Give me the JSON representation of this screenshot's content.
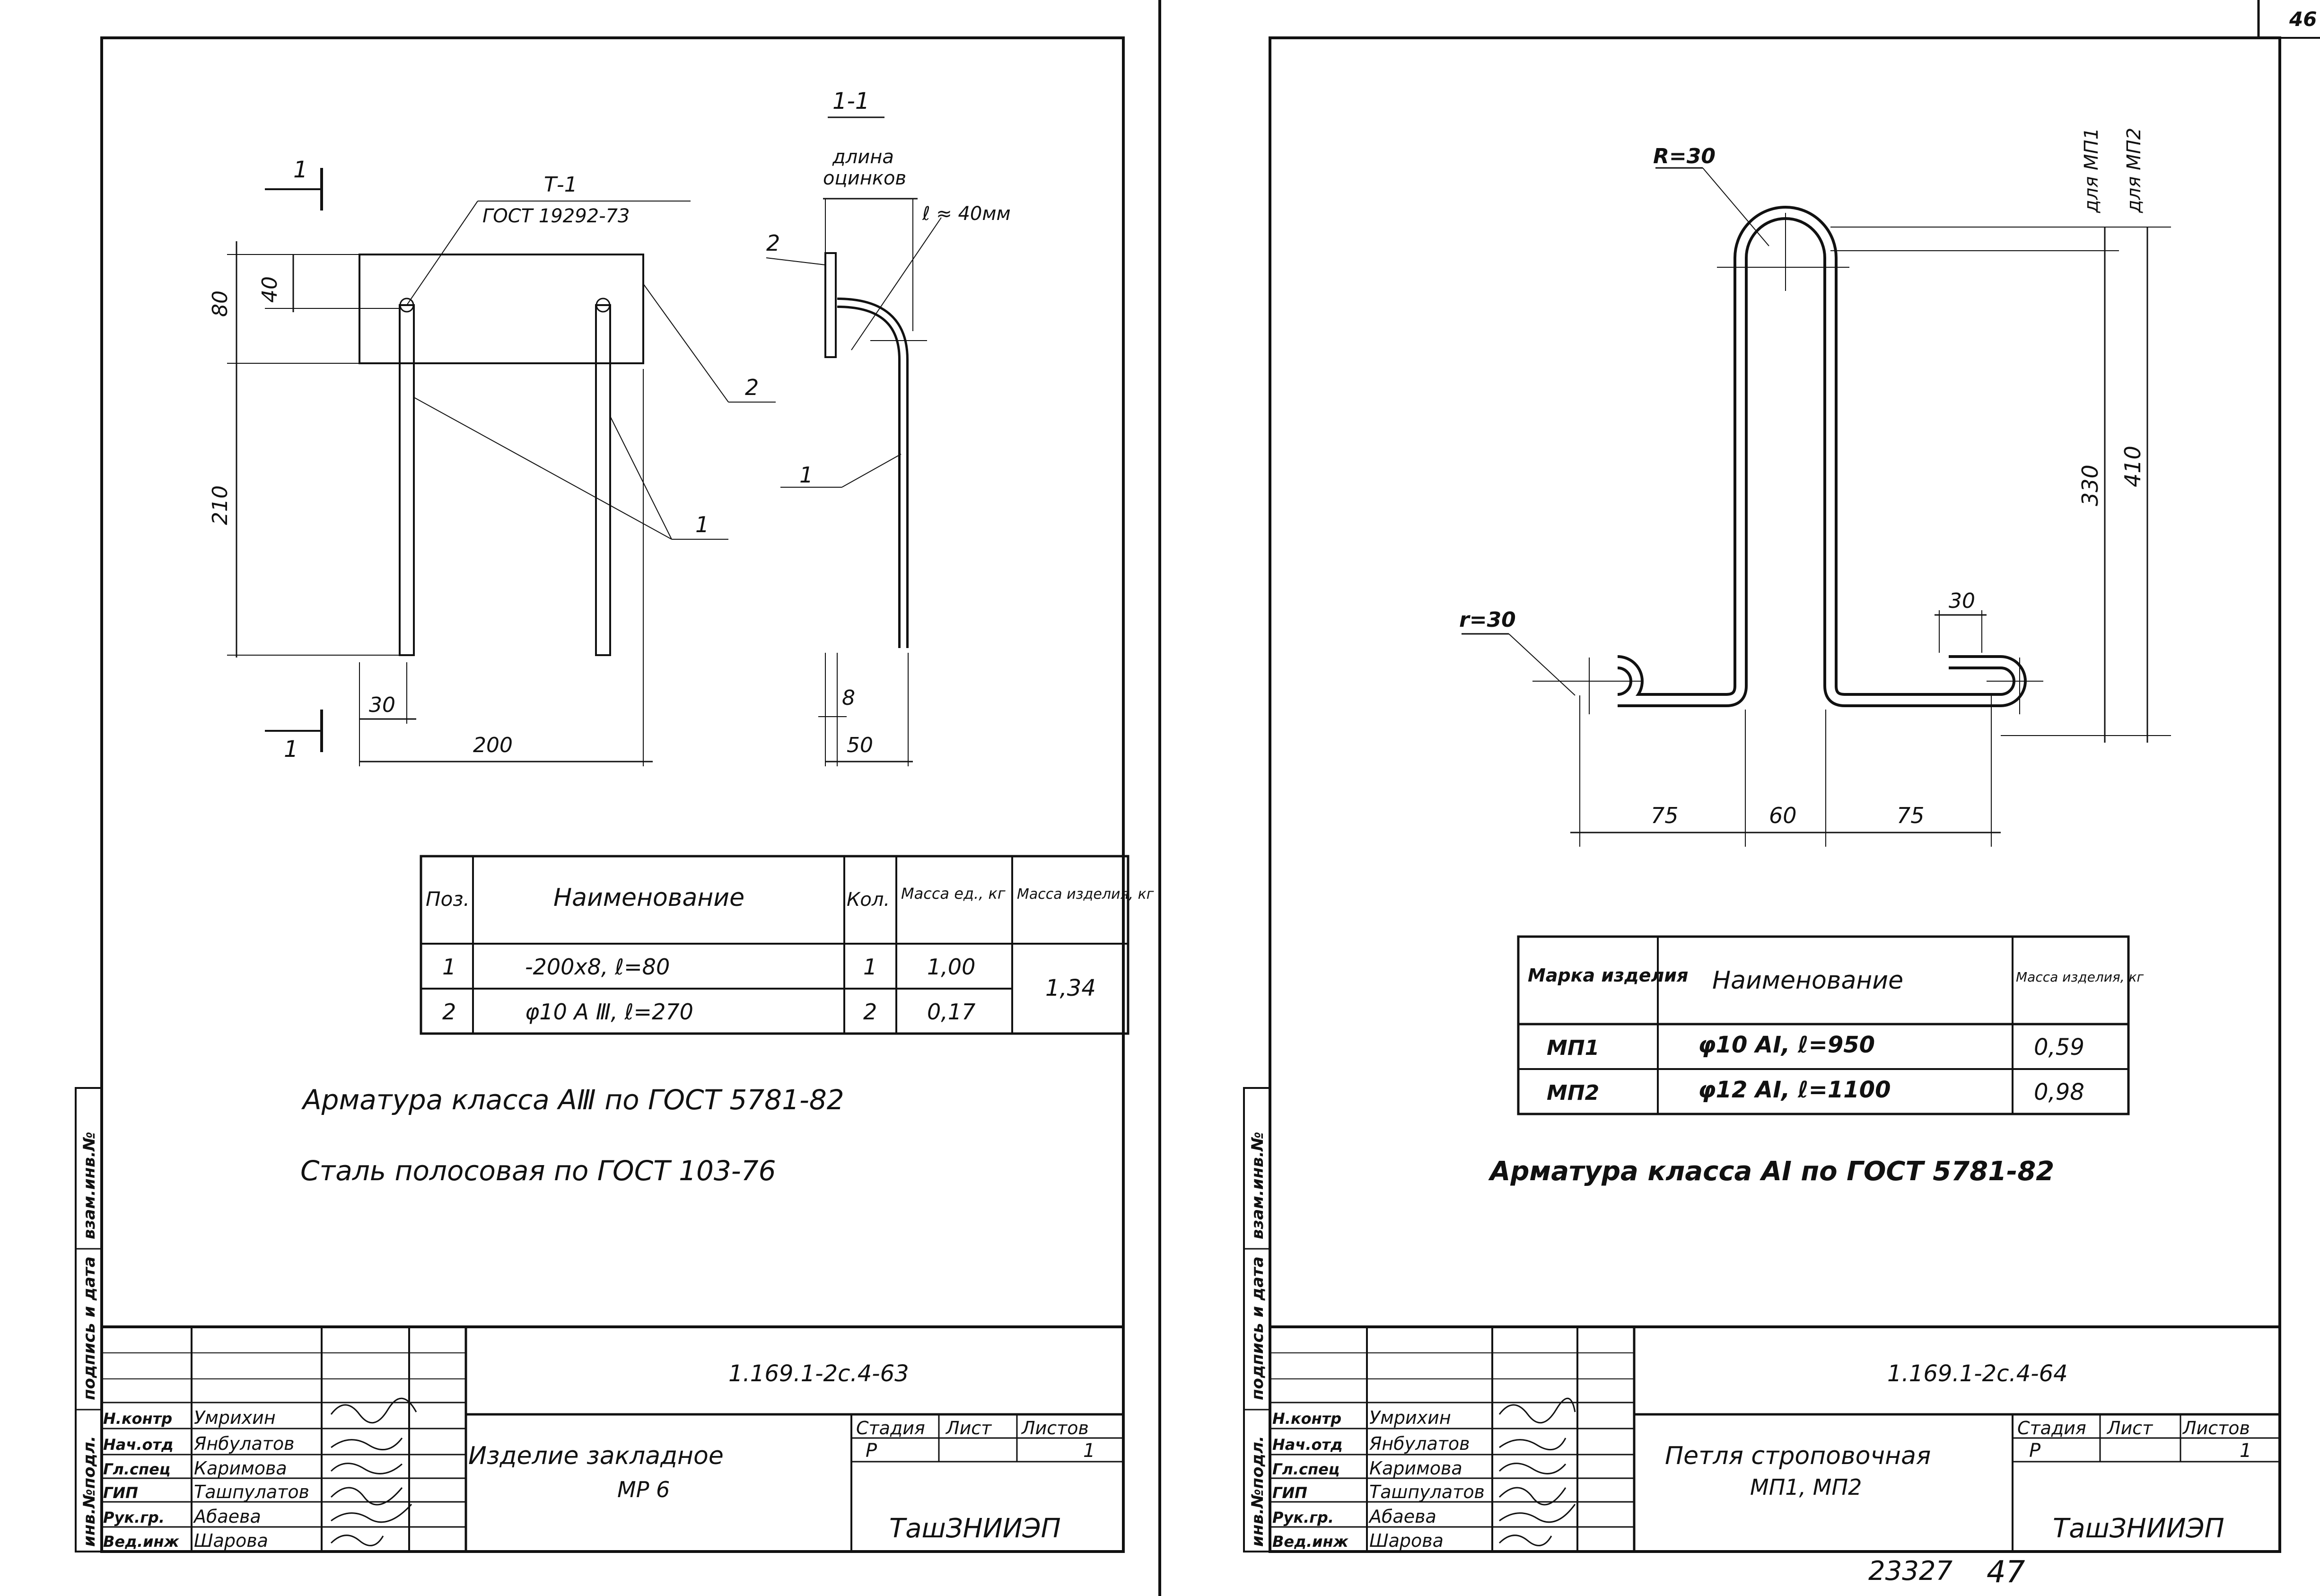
{
  "page_number_top": "46",
  "page_number_bottom": "47",
  "archive_number": "23327",
  "side_stamp": {
    "inv_no": "инв.№подл.",
    "sign_date": "подпись и дата",
    "replace_inv": "взам.инв.№"
  },
  "left_sheet": {
    "section_label": "1-1",
    "callout_t1": "Т-1",
    "callout_gost": "ГОСТ 19292-73",
    "galv_label_1": "длина",
    "galv_label_2": "оцинков",
    "l_approx": "ℓ ≈ 40мм",
    "cut_mark": "1",
    "pos1": "1",
    "pos2": "2",
    "dims": {
      "d80": "80",
      "d40": "40",
      "d210": "210",
      "d30": "30",
      "d200": "200",
      "d8": "8",
      "d50": "50"
    },
    "table": {
      "headers": [
        "Поз.",
        "Наименование",
        "Кол.",
        "Масса ед., кг",
        "Масса изделия, кг"
      ],
      "rows": [
        {
          "pos": "1",
          "name": "-200x8, ℓ=80",
          "qty": "1",
          "mass": "1,00"
        },
        {
          "pos": "2",
          "name": "φ10 A Ⅲ, ℓ=270",
          "qty": "2",
          "mass": "0,17"
        }
      ],
      "total": "1,34"
    },
    "note1": "Арматура класса АⅢ по ГОСТ 5781-82",
    "note2": "Сталь полосовая по ГОСТ 103-76",
    "stamp": {
      "code": "1.169.1-2с.4-63",
      "title_1": "Изделие закладное",
      "title_2": "МР 6",
      "stage_h": "Стадия",
      "sheet_h": "Лист",
      "sheets_h": "Листов",
      "stage": "Р",
      "sheet": "",
      "sheets": "1",
      "org": "ТашЗНИИЭП",
      "roles": [
        "Н.контр",
        "Нач.отд",
        "Гл.спец",
        "ГИП",
        "Рук.гр.",
        "Вед.инж"
      ],
      "names": [
        "Умрихин",
        "Янбулатов",
        "Каримова",
        "Ташпулатов",
        "Абаева",
        "Шарова"
      ]
    }
  },
  "right_sheet": {
    "r_label": "R=30",
    "r_small": "r=30",
    "for_mp1": "для МП1",
    "for_mp2": "для МП2",
    "dims": {
      "d330": "330",
      "d410": "410",
      "d30": "30",
      "d75a": "75",
      "d60": "60",
      "d75b": "75"
    },
    "table": {
      "headers": [
        "Марка изделия",
        "Наименование",
        "Масса изделия, кг"
      ],
      "rows": [
        {
          "mark": "МП1",
          "name": "φ10 AI, ℓ=950",
          "mass": "0,59"
        },
        {
          "mark": "МП2",
          "name": "φ12 AI, ℓ=1100",
          "mass": "0,98"
        }
      ]
    },
    "note1": "Арматура класса АI по ГОСТ 5781-82",
    "stamp": {
      "code": "1.169.1-2с.4-64",
      "title_1": "Петля строповочная",
      "title_2": "МП1, МП2",
      "stage_h": "Стадия",
      "sheet_h": "Лист",
      "sheets_h": "Листов",
      "stage": "Р",
      "sheet": "",
      "sheets": "1",
      "org": "ТашЗНИИЭП",
      "roles": [
        "Н.контр",
        "Нач.отд",
        "Гл.спец",
        "ГИП",
        "Рук.гр.",
        "Вед.инж"
      ],
      "names": [
        "Умрихин",
        "Янбулатов",
        "Каримова",
        "Ташпулатов",
        "Абаева",
        "Шарова"
      ]
    }
  }
}
